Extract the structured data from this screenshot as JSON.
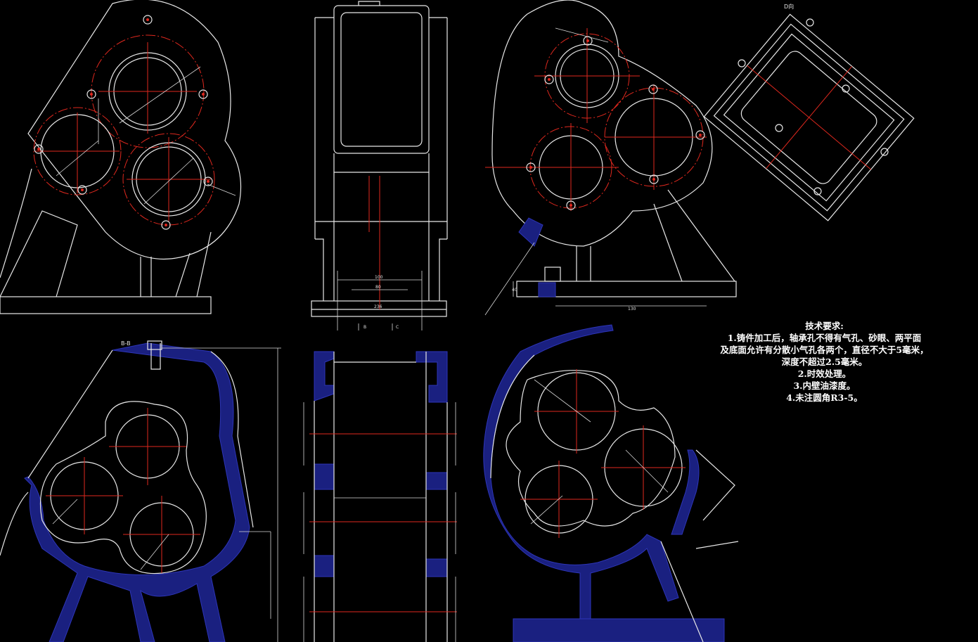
{
  "technical_requirements": {
    "title": "技术要求:",
    "lines": [
      "1.铸件加工后，轴承孔不得有气孔、砂眼、两平面",
      "及底面允许有分散小气孔各两个，直径不大于5毫米，",
      "深度不超过2.5毫米。",
      "2.时效处理。",
      "3.内壁油漆度。",
      "4.未注圆角R3-5。"
    ]
  },
  "view_labels": {
    "section_bb": "B-B",
    "view_d": "D向"
  },
  "dimensions": {
    "front_100": "100",
    "front_80": "80",
    "front_236": "236",
    "base_130": "130",
    "side_40": "40",
    "tan_b": "B",
    "tan_c": "C"
  },
  "colors": {
    "background": "#000000",
    "line": "#e8e8e8",
    "center_line": "#e0281e",
    "hatch": "#1a2080"
  }
}
